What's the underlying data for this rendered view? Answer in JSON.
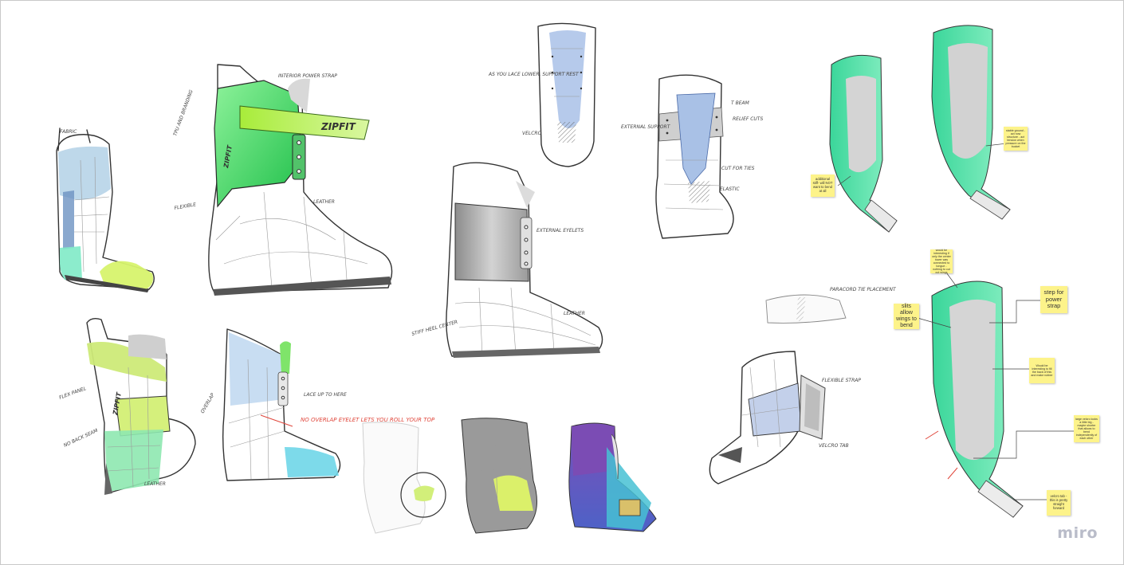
{
  "board": {
    "background": "#ffffff",
    "border_color": "#c9c9c9",
    "accent_green": "#5fe6ab",
    "accent_lime": "#d6f35a",
    "accent_blue": "#b9d3ec",
    "sticky_color": "#fdf38a"
  },
  "branding": {
    "logo_text": "miro"
  },
  "sketch_labels": {
    "b1_fabric": "FABRIC",
    "b2_zipfit": "ZIPFIT",
    "b2_zipfit_tag": "ZIPFIT",
    "b2_interior": "INTERIOR POWER STRAP",
    "b2_flexible": "FLEXIBLE",
    "b2_leather": "LEATHER",
    "b2_tpu": "TPU AND BRANDING",
    "b3_lace": "AS YOU LACE LOWER, SUPPORT REST",
    "b3_velcro": "VELCRO",
    "b4_support": "EXTERNAL SUPPORT",
    "b4_tbeam": "T BEAM",
    "b4_reliefcuts": "RELIEF CUTS",
    "b4_cutforties": "CUT FOR TIES",
    "b4_elastic": "ELASTIC",
    "b5_eyelets": "EXTERNAL EYELETS",
    "b5_leather": "LEATHER",
    "b5_stiff": "STIFF HEEL CENTER",
    "b6_flex": "FLEX PANEL",
    "b6_noback": "NO BACK SEAM",
    "b6_leather": "LEATHER",
    "b6_zipfit": "ZIPFIT",
    "b7_overlap": "OVERLAP",
    "b7_lace": "LACE UP TO HERE",
    "b7_red": "NO OVERLAP EYELET LETS YOU ROLL YOUR TOP",
    "b8_strap": "FLEXIBLE STRAP",
    "b8_velcro": "VELCRO TAB",
    "b9_paracord": "PARACORD TIE PLACEMENT"
  },
  "sticky_notes": [
    {
      "id": "note-additional-stiff",
      "text": "additional stiff- will NOT want to bend at all"
    },
    {
      "id": "note-stable-ground",
      "text": "stable ground - act now structure - act tension when pressure on the bucket"
    },
    {
      "id": "note-would-be-interesting-top",
      "text": "would be interesting if only the center tower was connected to tongue - nothing to cut out wings"
    },
    {
      "id": "note-slits",
      "text": "slits allow wings to bend"
    },
    {
      "id": "note-step-power",
      "text": "step for power strap"
    },
    {
      "id": "note-would-be-interesting-mid",
      "text": "Would be interesting to fill the back of this and make rubber"
    },
    {
      "id": "note-large-velcro",
      "text": "large velcro looks a little big - maybe shorter that allows to bend independently of each other"
    },
    {
      "id": "note-velcro-tab",
      "text": "velcro tab - this is pretty straight forward"
    }
  ]
}
